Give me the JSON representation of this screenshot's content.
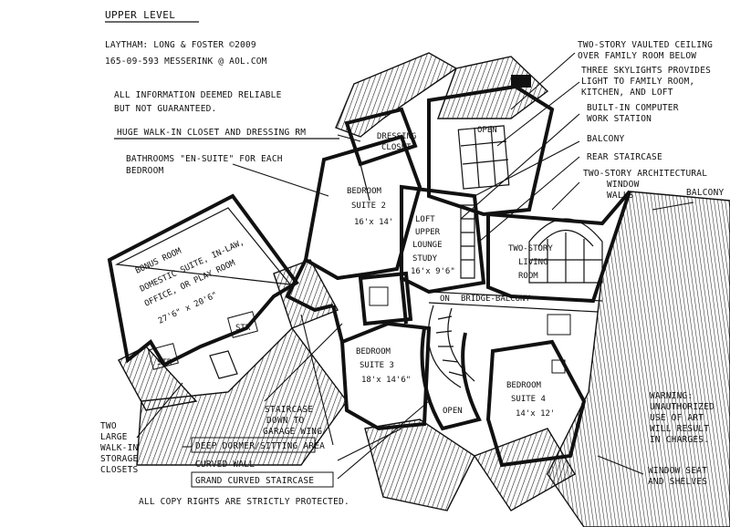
{
  "header": {
    "title": "UPPER LEVEL",
    "line1": "LAYTHAM: LONG & FOSTER ©2009",
    "line2": "165-09-593    MESSERINK @ AOL.COM",
    "disclaimer1": "ALL INFORMATION DEEMED RELIABLE",
    "disclaimer2": "BUT NOT GUARANTEED."
  },
  "callouts": {
    "closet": "HUGE WALK-IN CLOSET AND DRESSING RM",
    "baths1": "BATHROOMS \"EN-SUITE\" FOR EACH",
    "baths2": "BEDROOM",
    "vaulted1": "TWO-STORY VAULTED CEILING",
    "vaulted2": "OVER FAMILY ROOM BELOW",
    "skylights1": "THREE SKYLIGHTS PROVIDES",
    "skylights2": "LIGHT TO FAMILY ROOM,",
    "skylights3": "KITCHEN, AND LOFT",
    "computer1": "BUILT-IN COMPUTER",
    "computer2": "WORK STATION",
    "balcony": "BALCONY",
    "rear_stair": "REAR STAIRCASE",
    "arch1": "TWO-STORY ARCHITECTURAL",
    "arch2": "WINDOW",
    "arch3": "WALLS",
    "balcony_right": "BALCONY",
    "storage1": "TWO",
    "storage2": "LARGE",
    "storage3": "WALK-IN",
    "storage4": "STORAGE",
    "storage5": "CLOSETS",
    "staircase1": "STAIRCASE",
    "staircase2": "DOWN TO",
    "staircase3": "GARAGE WING",
    "dormer": "DEEP DORMER/SITTING AREA",
    "curved_wall": "CURVED WALL",
    "grand_stair": "GRAND CURVED STAIRCASE",
    "warning1": "WARNING:",
    "warning2": "UNAUTHORIZED",
    "warning3": "USE OF ART",
    "warning4": "WILL RESULT",
    "warning5": "IN CHARGES.",
    "window_seat1": "WINDOW SEAT",
    "window_seat2": "AND SHELVES",
    "copyright": "ALL COPY RIGHTS ARE STRICTLY PROTECTED."
  },
  "rooms": {
    "dressing1": "DRESSING",
    "dressing2": "CLOSET",
    "open_top": "OPEN",
    "bedroom2_a": "BEDROOM",
    "bedroom2_b": "SUITE 2",
    "bedroom2_dim": "16'x 14'",
    "loft1": "LOFT",
    "loft2": "UPPER",
    "loft3": "LOUNGE",
    "loft4": "STUDY",
    "loft_dim": "16'x 9'6\"",
    "living1": "TWO-STORY",
    "living2": "LIVING",
    "living3": "ROOM",
    "bridge": "BRIDGE-BALCONY",
    "on": "ON",
    "bonus1": "BONUS ROOM",
    "bonus2": "DOMESTIC SUITE, IN-LAW,",
    "bonus3": "OFFICE, OR PLAY ROOM",
    "bonus_dim": "27'6\" x 20'6\"",
    "str1": "STR",
    "str2": "STR",
    "bedroom3_a": "BEDROOM",
    "bedroom3_b": "SUITE 3",
    "bedroom3_dim": "18'x 14'6\"",
    "open_bottom": "OPEN",
    "bedroom4_a": "BEDROOM",
    "bedroom4_b": "SUITE 4",
    "bedroom4_dim": "14'x 12'"
  }
}
